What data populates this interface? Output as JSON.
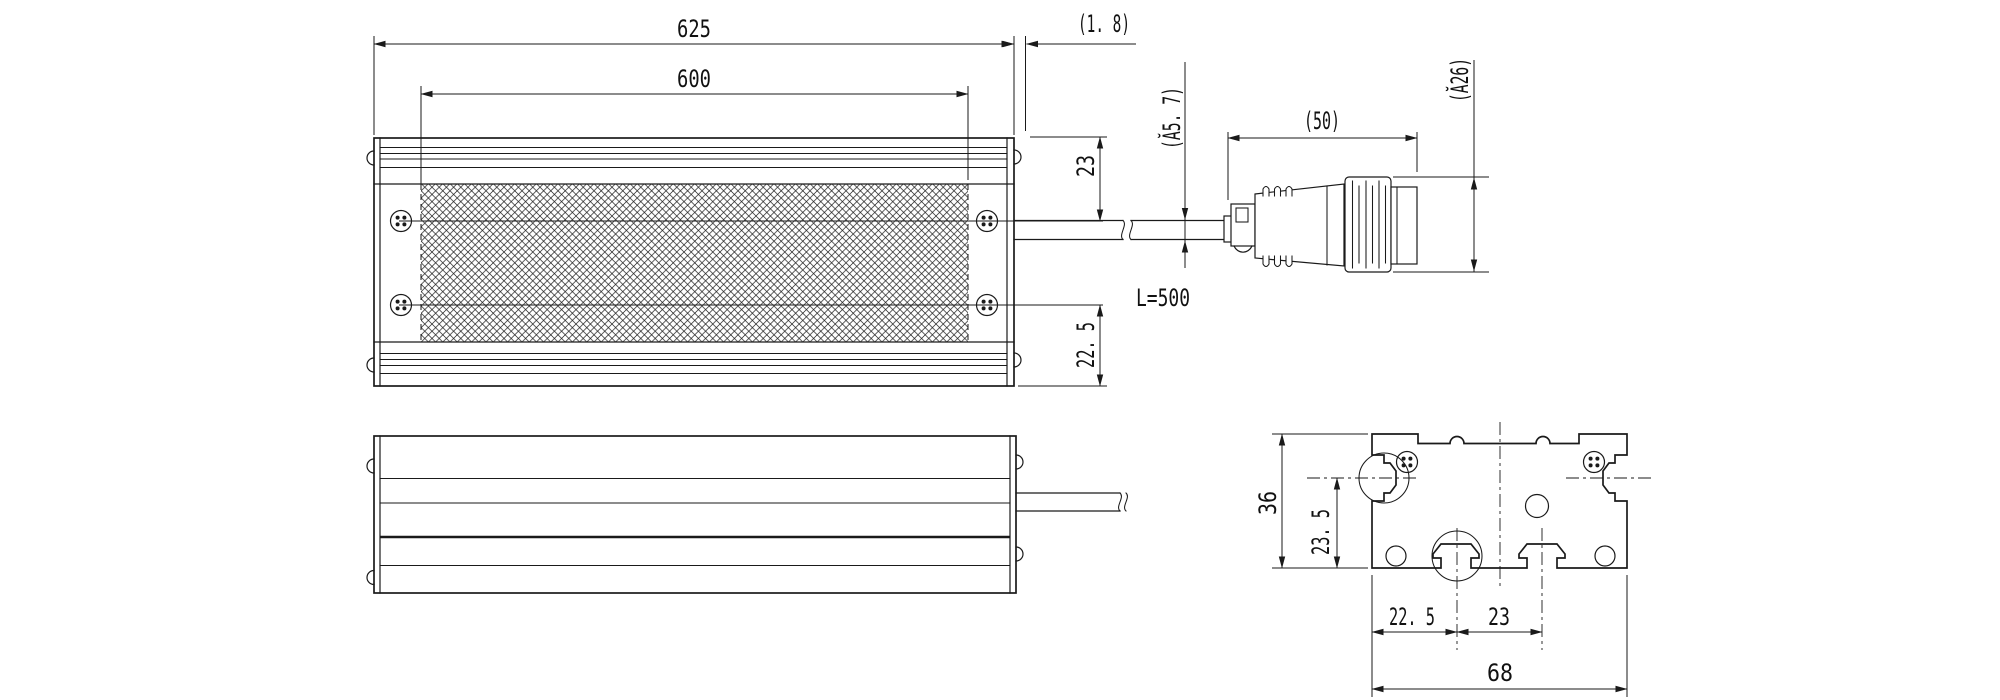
{
  "drawing": {
    "type": "technical-drawing",
    "background": "#ffffff",
    "ink": "#1a1a1a",
    "labels": {
      "overall_length": "625",
      "window_length": "600",
      "end_gap": "(1. 8)",
      "body_top_to_cable": "23",
      "cable_diameter": "(Ă5. 7)",
      "body_bottom_offset": "22. 5",
      "cable_length": "L=500",
      "connector_length": "(50)",
      "connector_diameter": "(Ă26)",
      "section_height": "36",
      "section_slot_center_height": "23. 5",
      "section_slot_left_offset": "22. 5",
      "section_slot_pitch": "23",
      "section_width": "68"
    }
  }
}
